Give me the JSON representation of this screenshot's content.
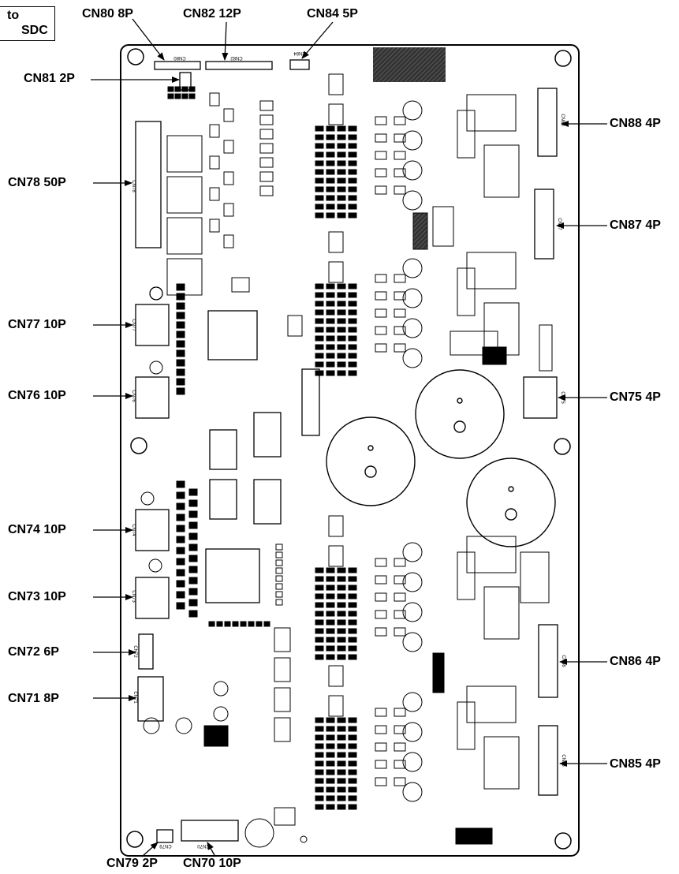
{
  "note": {
    "line1": "to",
    "line2": "SDC"
  },
  "connectors": {
    "cn80": "CN80 8P",
    "cn82": "CN82 12P",
    "cn84": "CN84 5P",
    "cn81": "CN81 2P",
    "cn78": "CN78 50P",
    "cn77": "CN77 10P",
    "cn76": "CN76 10P",
    "cn74": "CN74 10P",
    "cn73": "CN73 10P",
    "cn72": "CN72 6P",
    "cn71": "CN71 8P",
    "cn79": "CN79 2P",
    "cn70": "CN70 10P",
    "cn88": "CN88 4P",
    "cn87": "CN87 4P",
    "cn75": "CN75 4P",
    "cn86": "CN86 4P",
    "cn85": "CN85 4P"
  },
  "silkscreen": {
    "cn80": "CN80",
    "cn82": "CN82",
    "cn84": "CN84",
    "cn78": "CN78",
    "cn77": "CN77",
    "cn76": "CN76",
    "cn74": "CN74",
    "cn73": "CN73",
    "cn72": "CN72",
    "cn71": "CN71",
    "cn79": "CN79",
    "cn70": "CN70",
    "cn88": "CN88",
    "cn87": "CN87",
    "cn75": "CN75",
    "cn86": "CN86",
    "cn85": "CN85"
  }
}
